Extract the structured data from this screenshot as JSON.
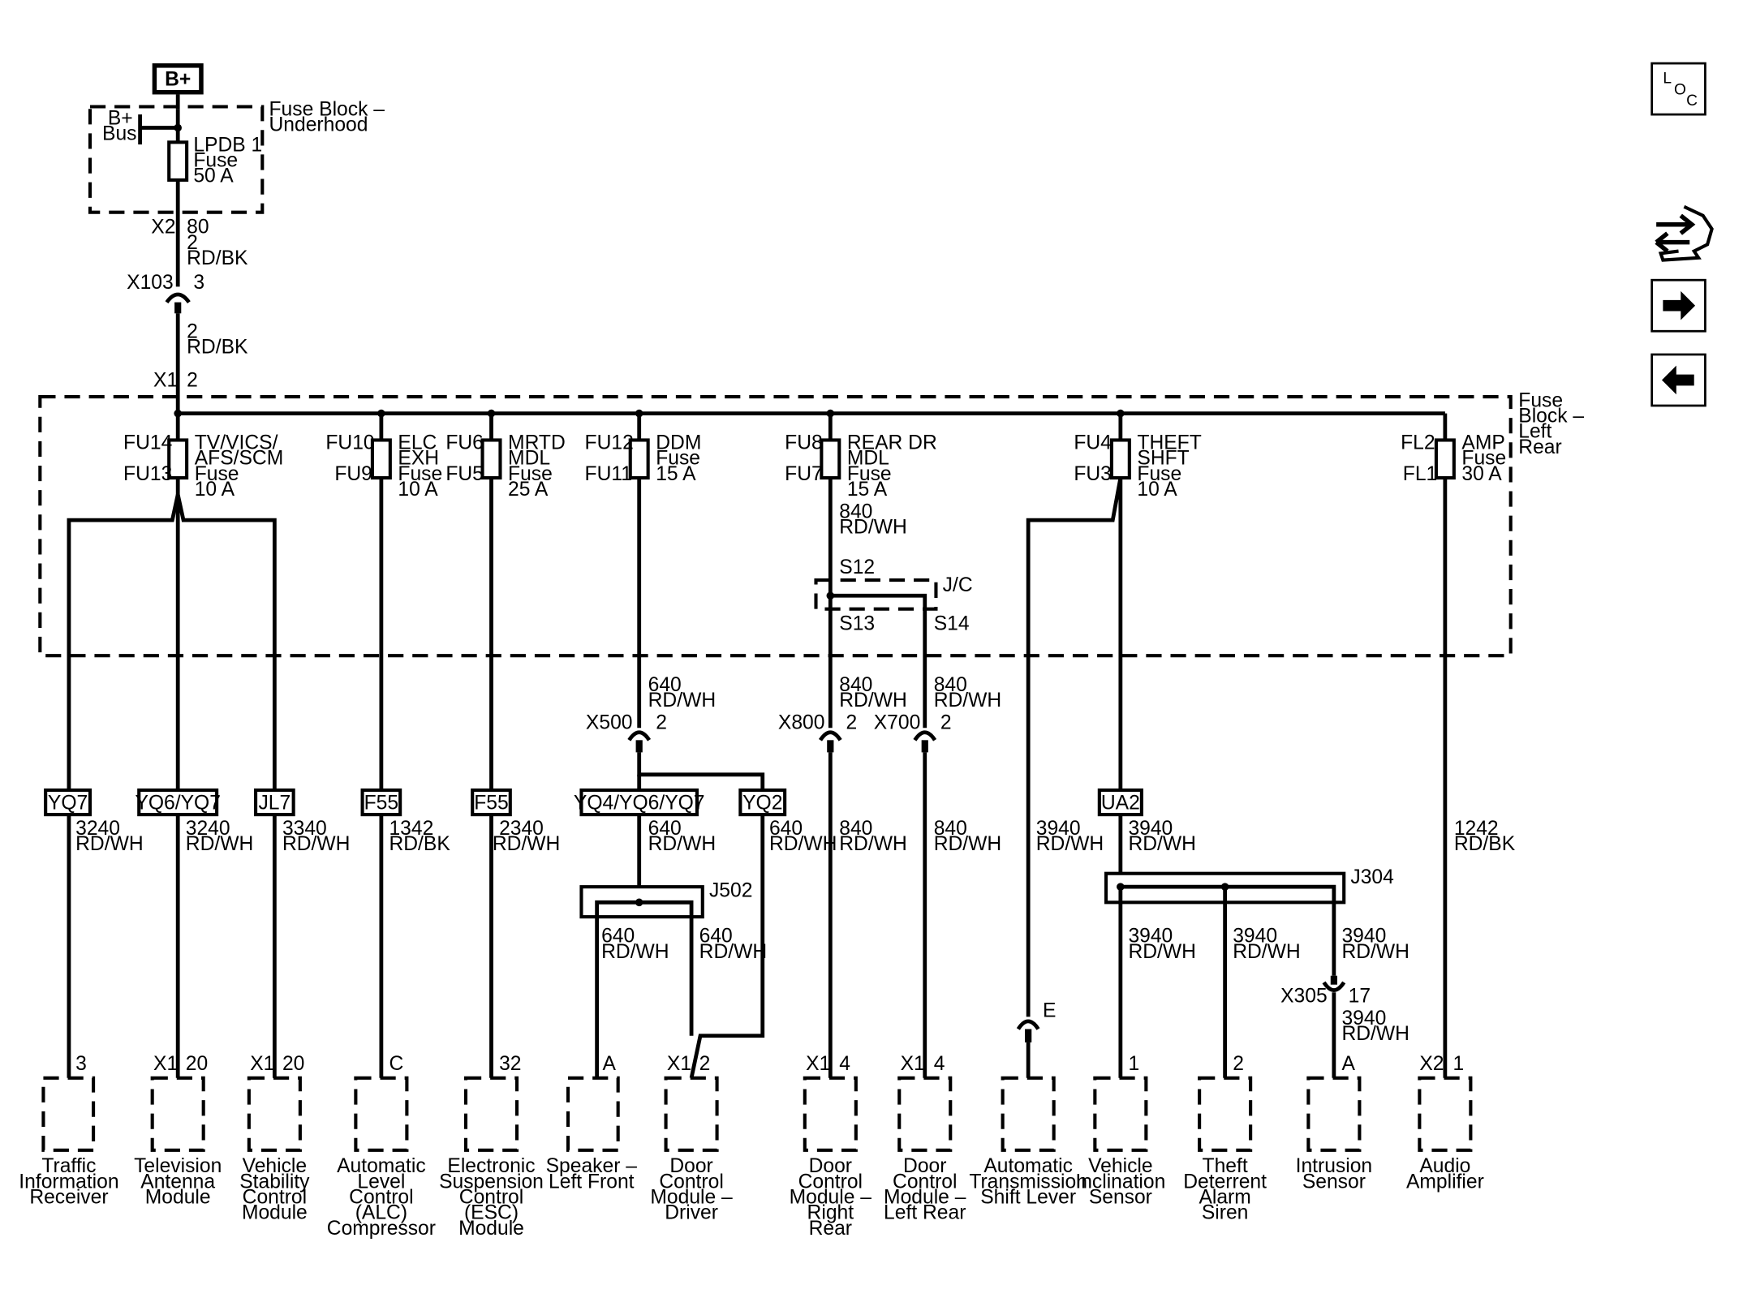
{
  "power": {
    "source": "B+",
    "bus": [
      "B+",
      "Bus"
    ]
  },
  "fuse_block_underhood": {
    "label": [
      "Fuse Block –",
      "Underhood"
    ],
    "fuse": [
      "LPDB 1",
      "Fuse",
      "50 A"
    ]
  },
  "feed": {
    "x2_conn": "X2",
    "x2_pin": "80",
    "wire1": [
      "2",
      "RD/BK"
    ],
    "x103_conn": "X103",
    "x103_pin": "3",
    "wire2": [
      "2",
      "RD/BK"
    ],
    "x1_conn": "X1",
    "x1_pin": "2"
  },
  "fuse_block_left_rear": {
    "label": [
      "Fuse",
      "Block –",
      "Left",
      "Rear"
    ]
  },
  "fuses": [
    {
      "top": "FU14",
      "bottom": "FU13",
      "desc": [
        "TV/VICS/",
        "AFS/SCM",
        "Fuse",
        "10 A"
      ]
    },
    {
      "top": "FU10",
      "bottom": "FU9",
      "desc": [
        "ELC",
        "EXH",
        "Fuse",
        "10 A"
      ]
    },
    {
      "top": "FU6",
      "bottom": "FU5",
      "desc": [
        "MRTD",
        "MDL",
        "Fuse",
        "25 A"
      ]
    },
    {
      "top": "FU12",
      "bottom": "FU11",
      "desc": [
        "DDM",
        "Fuse",
        "15 A"
      ]
    },
    {
      "top": "FU8",
      "bottom": "FU7",
      "desc": [
        "REAR DR",
        "MDL",
        "Fuse",
        "15 A"
      ]
    },
    {
      "top": "FU4",
      "bottom": "FU3",
      "desc": [
        "THEFT",
        "SHFT",
        "Fuse",
        "10 A"
      ]
    },
    {
      "top": "FL2",
      "bottom": "FL1",
      "desc": [
        "AMP",
        "Fuse",
        "30 A"
      ]
    }
  ],
  "jc": {
    "label": "J/C",
    "s12": "S12",
    "s13": "S13",
    "s14": "S14",
    "wire_in": [
      "840",
      "RD/WH"
    ]
  },
  "connectors": {
    "x500": {
      "name": "X500",
      "pin": "2",
      "wire": [
        "640",
        "RD/WH"
      ]
    },
    "x800": {
      "name": "X800",
      "pin": "2",
      "wire": [
        "840",
        "RD/WH"
      ]
    },
    "x700": {
      "name": "X700",
      "pin": "2",
      "wire": [
        "840",
        "RD/WH"
      ]
    },
    "x305": {
      "name": "X305",
      "pin": "17",
      "wire": [
        "3940",
        "RD/WH"
      ]
    },
    "e": {
      "pin": "E"
    }
  },
  "options": [
    {
      "code": "YQ7",
      "wire": [
        "3240",
        "RD/WH"
      ]
    },
    {
      "code": "YQ6/YQ7",
      "wire": [
        "3240",
        "RD/WH"
      ]
    },
    {
      "code": "JL7",
      "wire": [
        "3340",
        "RD/WH"
      ]
    },
    {
      "code": "F55",
      "wire": [
        "1342",
        "RD/BK"
      ]
    },
    {
      "code": "F55",
      "wire": [
        "2340",
        "RD/WH"
      ]
    },
    {
      "code": "YQ4/YQ6/YQ7",
      "wire": [
        "640",
        "RD/WH"
      ]
    },
    {
      "code": "YQ2",
      "wire": [
        "640",
        "RD/WH"
      ]
    },
    {
      "code": "UA2",
      "wire": [
        "3940",
        "RD/WH"
      ]
    }
  ],
  "plain_wires": {
    "rr_door": [
      "840",
      "RD/WH"
    ],
    "lr_door": [
      "840",
      "RD/WH"
    ],
    "shift": [
      "3940",
      "RD/WH"
    ],
    "amp": [
      "1242",
      "RD/BK"
    ]
  },
  "splices": {
    "j502": {
      "name": "J502",
      "out1": [
        "640",
        "RD/WH"
      ],
      "out2": [
        "640",
        "RD/WH"
      ]
    },
    "j304": {
      "name": "J304",
      "out1": [
        "3940",
        "RD/WH"
      ],
      "out2": [
        "3940",
        "RD/WH"
      ],
      "out3": [
        "3940",
        "RD/WH"
      ]
    }
  },
  "components": [
    {
      "conn": "",
      "pin": "3",
      "name": [
        "Traffic",
        "Information",
        "Receiver"
      ]
    },
    {
      "conn": "X1",
      "pin": "20",
      "name": [
        "Television",
        "Antenna",
        "Module"
      ]
    },
    {
      "conn": "X1",
      "pin": "20",
      "name": [
        "Vehicle",
        "Stability",
        "Control",
        "Module"
      ]
    },
    {
      "conn": "",
      "pin": "C",
      "name": [
        "Automatic",
        "Level",
        "Control",
        "(ALC)",
        "Compressor"
      ]
    },
    {
      "conn": "",
      "pin": "32",
      "name": [
        "Electronic",
        "Suspension",
        "Control",
        "(ESC)",
        "Module"
      ]
    },
    {
      "conn": "",
      "pin": "A",
      "name": [
        "Speaker –",
        "Left Front"
      ]
    },
    {
      "conn": "X1",
      "pin": "2",
      "name": [
        "Door",
        "Control",
        "Module –",
        "Driver"
      ]
    },
    {
      "conn": "X1",
      "pin": "4",
      "name": [
        "Door",
        "Control",
        "Module –",
        "Right",
        "Rear"
      ]
    },
    {
      "conn": "X1",
      "pin": "4",
      "name": [
        "Door",
        "Control",
        "Module –",
        "Left Rear"
      ]
    },
    {
      "conn": "",
      "pin": "",
      "name": [
        "Automatic",
        "Transmission",
        "Shift Lever"
      ]
    },
    {
      "conn": "",
      "pin": "1",
      "name": [
        "Vehicle",
        "Inclination",
        "Sensor"
      ]
    },
    {
      "conn": "",
      "pin": "2",
      "name": [
        "Theft",
        "Deterrent",
        "Alarm",
        "Siren"
      ]
    },
    {
      "conn": "",
      "pin": "A",
      "name": [
        "Intrusion",
        "Sensor"
      ]
    },
    {
      "conn": "X2",
      "pin": "1",
      "name": [
        "Audio",
        "Amplifier"
      ]
    }
  ],
  "nav": {
    "loc": [
      "L",
      "O",
      "C"
    ],
    "icons": [
      "connector-hand-icon",
      "arrow-right-icon",
      "arrow-left-icon"
    ]
  }
}
